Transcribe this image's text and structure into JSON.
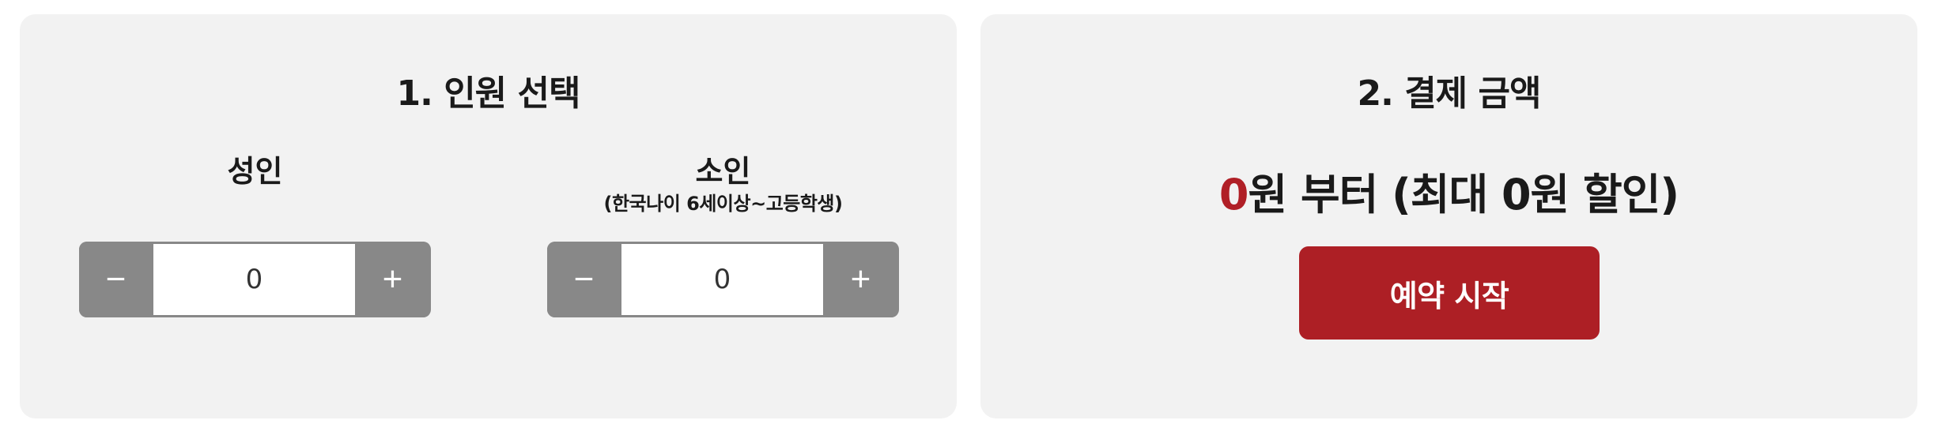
{
  "people": {
    "title": "1. 인원 선택",
    "adult": {
      "label": "성인",
      "decrement_symbol": "−",
      "increment_symbol": "+",
      "value": "0"
    },
    "child": {
      "label": "소인",
      "note": "(한국나이 6세이상~고등학생)",
      "decrement_symbol": "−",
      "increment_symbol": "+",
      "value": "0"
    }
  },
  "payment": {
    "title": "2. 결제 금액",
    "amount": "0",
    "amount_suffix": "원 부터 (최대 0원 할인)",
    "reserve_label": "예약 시작"
  },
  "colors": {
    "panel_bg": "#f2f2f2",
    "stepper_gray": "#888888",
    "accent_red": "#ad1f25"
  }
}
